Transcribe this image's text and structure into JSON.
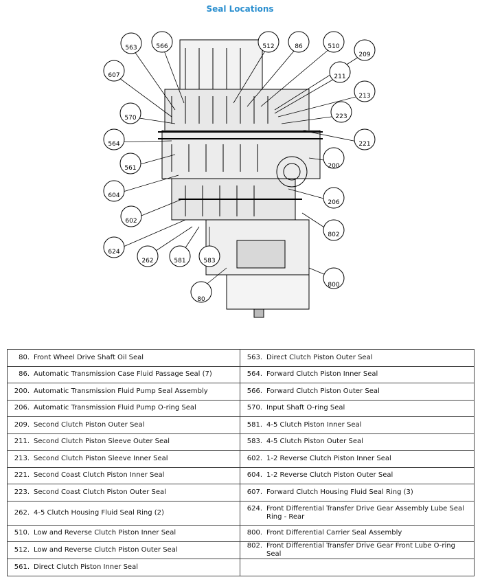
{
  "title": "Seal Locations",
  "callouts": [
    "563",
    "566",
    "512",
    "86",
    "510",
    "209",
    "607",
    "211",
    "213",
    "570",
    "223",
    "564",
    "221",
    "561",
    "200",
    "604",
    "206",
    "602",
    "802",
    "624",
    "262",
    "581",
    "583",
    "800",
    "80"
  ],
  "legend": [
    {
      "left": {
        "num": "80.",
        "text": "Front Wheel Drive Shaft Oil Seal"
      },
      "right": {
        "num": "563.",
        "text": "Direct Clutch Piston Outer Seal"
      }
    },
    {
      "left": {
        "num": "86.",
        "text": "Automatic Transmission Case Fluid Passage Seal (7)"
      },
      "right": {
        "num": "564.",
        "text": "Forward Clutch Piston Inner Seal"
      }
    },
    {
      "left": {
        "num": "200.",
        "text": "Automatic Transmission Fluid Pump Seal Assembly"
      },
      "right": {
        "num": "566.",
        "text": "Forward Clutch Piston Outer Seal"
      }
    },
    {
      "left": {
        "num": "206.",
        "text": "Automatic Transmission Fluid Pump O-ring Seal"
      },
      "right": {
        "num": "570.",
        "text": "Input Shaft O-ring Seal"
      }
    },
    {
      "left": {
        "num": "209.",
        "text": "Second Clutch Piston Outer Seal"
      },
      "right": {
        "num": "581.",
        "text": "4-5 Clutch Piston Inner Seal"
      }
    },
    {
      "left": {
        "num": "211.",
        "text": "Second Clutch Piston Sleeve Outer Seal"
      },
      "right": {
        "num": "583.",
        "text": "4-5 Clutch Piston Outer Seal"
      }
    },
    {
      "left": {
        "num": "213.",
        "text": "Second Clutch Piston Sleeve Inner Seal"
      },
      "right": {
        "num": "602.",
        "text": "1-2 Reverse Clutch Piston Inner Seal"
      }
    },
    {
      "left": {
        "num": "221.",
        "text": "Second Coast Clutch Piston Inner Seal"
      },
      "right": {
        "num": "604.",
        "text": "1-2 Reverse Clutch Piston Outer Seal"
      }
    },
    {
      "left": {
        "num": "223.",
        "text": "Second Coast Clutch Piston Outer Seal"
      },
      "right": {
        "num": "607.",
        "text": "Forward Clutch Housing Fluid Seal Ring (3)"
      }
    },
    {
      "left": {
        "num": "262.",
        "text": "4-5 Clutch Housing Fluid Seal Ring (2)"
      },
      "right": {
        "num": "624.",
        "text": "Front Differential Transfer Drive Gear Assembly Lube Seal Ring - Rear"
      }
    },
    {
      "left": {
        "num": "510.",
        "text": "Low and Reverse Clutch Piston Inner Seal"
      },
      "right": {
        "num": "800.",
        "text": "Front Differential Carrier Seal Assembly"
      }
    },
    {
      "left": {
        "num": "512.",
        "text": "Low and Reverse Clutch Piston Outer Seal"
      },
      "right": {
        "num": "802.",
        "text": "Front Differential Transfer Drive Gear Front Lube O-ring Seal"
      }
    },
    {
      "left": {
        "num": "561.",
        "text": "Direct Clutch Piston Inner Seal"
      },
      "right": {
        "num": "",
        "text": ""
      }
    }
  ]
}
